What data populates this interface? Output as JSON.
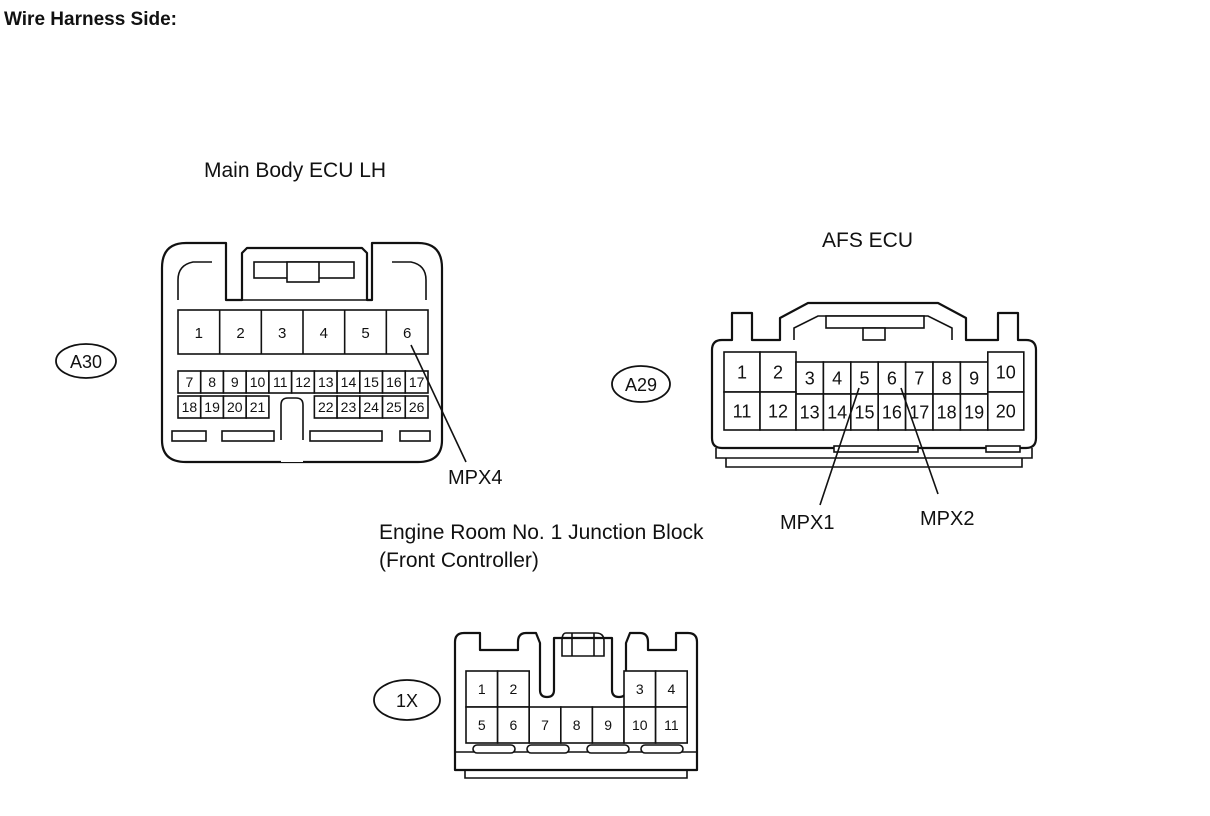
{
  "title": "Wire Harness Side:",
  "connectors": {
    "a30": {
      "code": "A30",
      "name": "Main Body ECU LH",
      "row1": [
        "1",
        "2",
        "3",
        "4",
        "5",
        "6"
      ],
      "row2": [
        "7",
        "8",
        "9",
        "10",
        "11",
        "12",
        "13",
        "14",
        "15",
        "16",
        "17"
      ],
      "row3": [
        "18",
        "19",
        "20",
        "21",
        "22",
        "23",
        "24",
        "25",
        "26"
      ],
      "signal": "MPX4"
    },
    "a29": {
      "code": "A29",
      "name": "AFS ECU",
      "top": [
        "1",
        "2",
        "3",
        "4",
        "5",
        "6",
        "7",
        "8",
        "9",
        "10"
      ],
      "bottom": [
        "11",
        "12",
        "13",
        "14",
        "15",
        "16",
        "17",
        "18",
        "19",
        "20"
      ],
      "signals": [
        "MPX1",
        "MPX2"
      ]
    },
    "x1": {
      "code": "1X",
      "name_line1": "Engine Room No. 1 Junction Block",
      "name_line2": "(Front Controller)",
      "top": [
        "1",
        "2",
        "3",
        "4"
      ],
      "bottom": [
        "5",
        "6",
        "7",
        "8",
        "9",
        "10",
        "11"
      ]
    }
  }
}
